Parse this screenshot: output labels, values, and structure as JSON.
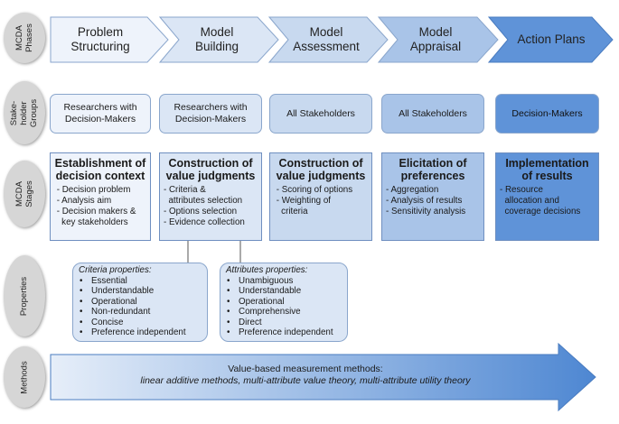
{
  "row_labels": {
    "phases": "MCDA\nPhases",
    "groups": "Stake-\nholder\nGroups",
    "stages": "MCDA\nStages",
    "properties": "Properties",
    "methods": "Methods"
  },
  "phases": [
    {
      "label": "Problem\nStructuring"
    },
    {
      "label": "Model\nBuilding"
    },
    {
      "label": "Model\nAssessment"
    },
    {
      "label": "Model\nAppraisal"
    },
    {
      "label": "Action Plans"
    }
  ],
  "stakeholder_groups": [
    {
      "label": "Researchers with\nDecision-Makers"
    },
    {
      "label": "Researchers with\nDecision-Makers"
    },
    {
      "label": "All Stakeholders"
    },
    {
      "label": "All Stakeholders"
    },
    {
      "label": "Decision-Makers"
    }
  ],
  "stages": [
    {
      "title": "Establishment of\ndecision context",
      "items": " - Decision problem\n - Analysis aim\n - Decision makers &\n   key stakeholders"
    },
    {
      "title": "Construction of\nvalue judgments",
      "items": "- Criteria &\n  attributes selection\n- Options selection\n- Evidence collection"
    },
    {
      "title": "Construction of\nvalue judgments",
      "items": " - Scoring of options\n - Weighting of\n   criteria"
    },
    {
      "title": "Elicitation of\npreferences",
      "items": "- Aggregation\n- Analysis of results\n- Sensitivity analysis"
    },
    {
      "title": "Implementation\nof results",
      "items": "- Resource\n  allocation and\n  coverage decisions"
    }
  ],
  "properties": [
    {
      "title": "Criteria properties:",
      "items": [
        "Essential",
        "Understandable",
        "Operational",
        "Non-redundant",
        "Concise",
        "Preference independent"
      ]
    },
    {
      "title": "Attributes properties:",
      "items": [
        "Unambiguous",
        "Understandable",
        "Operational",
        "Comprehensive",
        "Direct",
        "Preference independent"
      ]
    }
  ],
  "methods": {
    "line1": "Value-based measurement methods:",
    "line2": "linear additive methods, multi-attribute value theory, multi-attribute utility theory"
  },
  "colors": {
    "phase_fills": [
      "#eef3fb",
      "#dbe6f5",
      "#c8d9ef",
      "#a9c4e8",
      "#5f93d8"
    ],
    "group_fills": [
      "#eef3fb",
      "#dbe6f5",
      "#c8d9ef",
      "#a9c4e8",
      "#5f93d8"
    ],
    "stage_fills": [
      "#eef3fb",
      "#dbe6f5",
      "#c8d9ef",
      "#a9c4e8",
      "#5f93d8"
    ],
    "methods_arrow": [
      "#e6eef9",
      "#4e87d2"
    ],
    "row_label": "#d6d6d6"
  }
}
